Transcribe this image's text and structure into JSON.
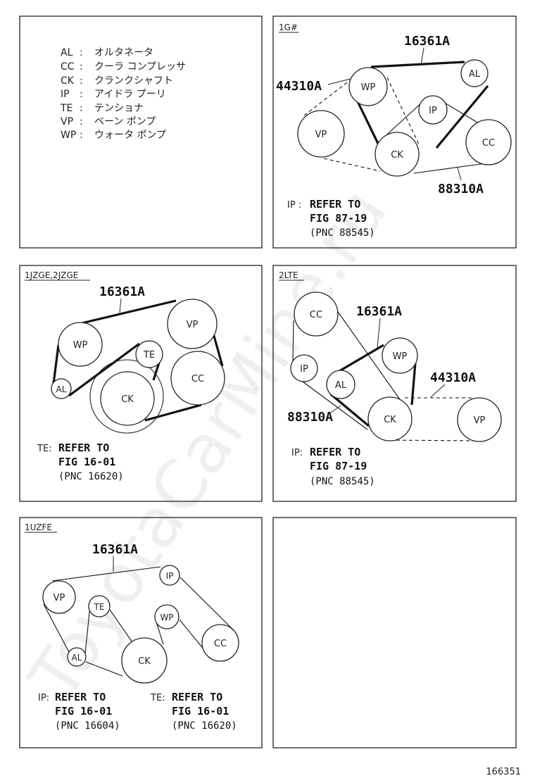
{
  "legend": [
    {
      "code": "AL",
      "name": "オルタネータ"
    },
    {
      "code": "CC",
      "name": "クーラ コンプレッサ"
    },
    {
      "code": "CK",
      "name": "クランクシャフト"
    },
    {
      "code": "IP",
      "name": "アイドラ プーリ"
    },
    {
      "code": "TE",
      "name": "テンショナ"
    },
    {
      "code": "VP",
      "name": "ベーン ポンプ"
    },
    {
      "code": "WP",
      "name": "ウォータ ポンプ"
    }
  ],
  "legend_sep": ":",
  "panel_1g": {
    "tag": "1G#",
    "part_a": "16361A",
    "part_b": "44310A",
    "part_c": "88310A",
    "pulleys": {
      "wp": "WP",
      "al": "AL",
      "ip": "IP",
      "vp": "VP",
      "ck": "CK",
      "cc": "CC"
    },
    "note_prefix": "IP :",
    "note_line1": "REFER TO",
    "note_line2": "FIG 87-19",
    "note_line3": "(PNC 88545)"
  },
  "panel_jzge": {
    "tag": "1JZGE,2JZGE",
    "part_a": "16361A",
    "pulleys": {
      "wp": "WP",
      "vp": "VP",
      "te": "TE",
      "al": "AL",
      "ck": "CK",
      "cc": "CC"
    },
    "note_prefix": "TE:",
    "note_line1": "REFER TO",
    "note_line2": "FIG 16-01",
    "note_line3": "(PNC 16620)"
  },
  "panel_2lte": {
    "tag": "2LTE",
    "part_a": "16361A",
    "part_b": "44310A",
    "part_c": "88310A",
    "pulleys": {
      "cc": "CC",
      "ip": "IP",
      "wp": "WP",
      "al": "AL",
      "ck": "CK",
      "vp": "VP"
    },
    "note_prefix": "IP:",
    "note_line1": "REFER TO",
    "note_line2": "FIG 87-19",
    "note_line3": "(PNC 88545)"
  },
  "panel_uzfe": {
    "tag": "1UZFE",
    "part_a": "16361A",
    "pulleys": {
      "vp": "VP",
      "ip": "IP",
      "te": "TE",
      "wp": "WP",
      "al": "AL",
      "ck": "CK",
      "cc": "CC"
    },
    "note1_prefix": "IP:",
    "note1_line1": "REFER TO",
    "note1_line2": "FIG 16-01",
    "note1_line3": "(PNC 16604)",
    "note2_prefix": "TE:",
    "note2_line1": "REFER TO",
    "note2_line2": "FIG 16-01",
    "note2_line3": "(PNC 16620)"
  },
  "page_number": "166351",
  "watermark": "ToyotaCarMine.ru"
}
